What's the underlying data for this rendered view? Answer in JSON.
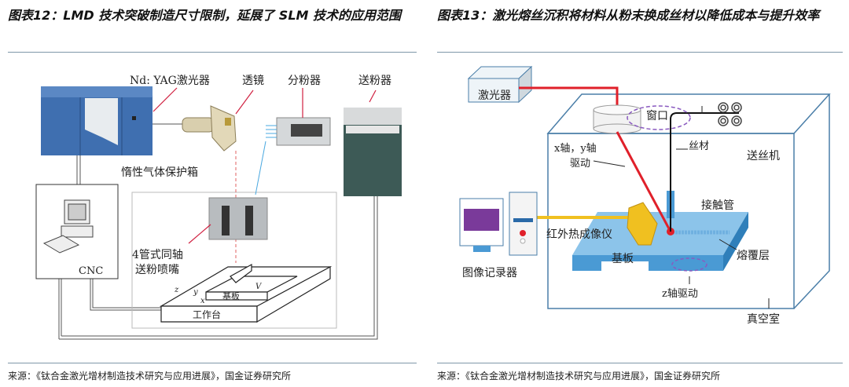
{
  "figures": [
    {
      "title": "图表12：LMD 技术突破制造尺寸限制，延展了 SLM 技术的应用范围",
      "source": "来源：《钛合金激光增材制造技术研究与应用进展》，国金证券研究所",
      "labels": {
        "laser": "Nd: YAG激光器",
        "lens": "透镜",
        "splitter": "分粉器",
        "feeder": "送粉器",
        "inert_box": "惰性气体保护箱",
        "cnc": "CNC",
        "nozzle_1": "4管式同轴",
        "nozzle_2": "送粉喷嘴",
        "substrate": "基板",
        "worktable": "工作台",
        "axis_z": "z",
        "axis_y": "y",
        "axis_x": "x",
        "velocity": "V"
      }
    },
    {
      "title": "图表13：激光熔丝沉积将材料从粉末换成丝材以降低成本与提升效率",
      "source": "来源：《钛合金激光增材制造技术研究与应用进展》，国金证券研究所",
      "labels": {
        "laser": "激光器",
        "window": "窗口",
        "xy_drive_1": "x轴，y轴",
        "xy_drive_2": "驱动",
        "wire": "丝材",
        "wire_feeder": "送丝机",
        "contact_tube": "接触管",
        "ir_camera": "红外热成像仪",
        "recorder": "图像记录器",
        "substrate": "基板",
        "cladding": "熔覆层",
        "z_drive": "z轴驱动",
        "vacuum": "真空室"
      }
    }
  ],
  "colors": {
    "laser_beam": "#e0202a",
    "machine_blue": "#3f6fb0",
    "plate_blue": "#4a9ad4",
    "camera_yellow": "#f0c020",
    "rule": "#7f97a8"
  }
}
